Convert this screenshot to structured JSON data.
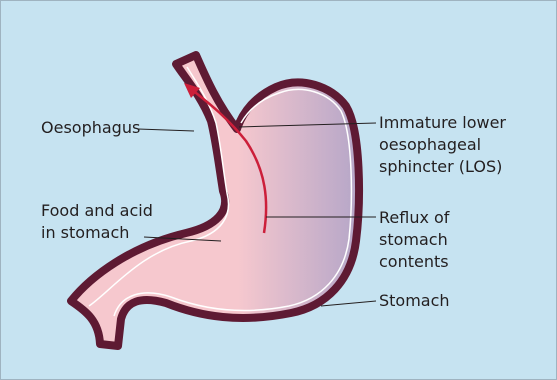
{
  "diagram": {
    "labels": {
      "oesophagus": "Oesophagus",
      "food_acid": "Food and acid\nin stomach",
      "immature_los": "Immature lower\noesophageal\nsphincter (LOS)",
      "reflux": "Reflux of\nstomach\ncontents",
      "stomach": "Stomach"
    },
    "colors": {
      "background": "#c6e3f1",
      "stomach_wall": "#5e1a33",
      "stomach_fill_light": "#f6c8ce",
      "stomach_fill_dark": "#b5a6c8",
      "inner_line": "#ffffff",
      "reflux_arrow": "#cc1f3a",
      "leader_line": "#231f20"
    }
  }
}
